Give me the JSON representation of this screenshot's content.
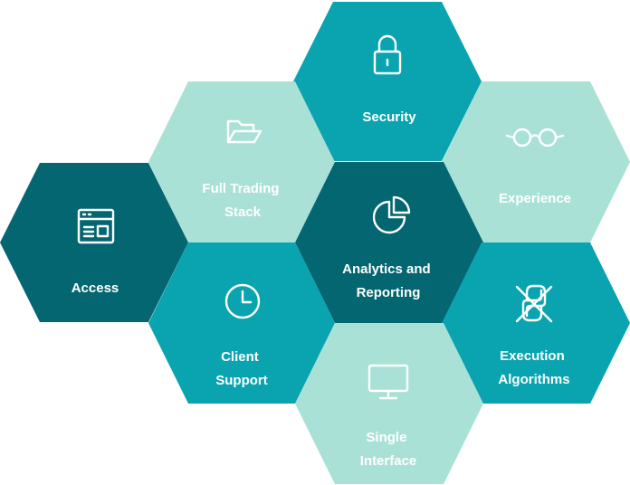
{
  "colors": {
    "dark": "#046670",
    "medium": "#0aa4b0",
    "light": "#a9e1d6",
    "text": "#ffffff"
  },
  "hexagons": [
    {
      "id": "security",
      "lines": [
        "Security"
      ],
      "icon": "lock-icon",
      "shade": "medium"
    },
    {
      "id": "full-trading-stack",
      "lines": [
        "Full Trading",
        "Stack"
      ],
      "icon": "folder-open-icon",
      "shade": "light"
    },
    {
      "id": "experience",
      "lines": [
        "Experience"
      ],
      "icon": "glasses-icon",
      "shade": "light"
    },
    {
      "id": "access",
      "lines": [
        "Access"
      ],
      "icon": "browser-window-icon",
      "shade": "dark"
    },
    {
      "id": "analytics",
      "lines": [
        "Analytics and",
        "Reporting"
      ],
      "icon": "pie-chart-icon",
      "shade": "dark"
    },
    {
      "id": "client-support",
      "lines": [
        "Client",
        "Support"
      ],
      "icon": "clock-icon",
      "shade": "medium"
    },
    {
      "id": "execution",
      "lines": [
        "Execution",
        "Algorithms"
      ],
      "icon": "python-logo-crossed-icon",
      "shade": "medium"
    },
    {
      "id": "single-interface",
      "lines": [
        "Single",
        "Interface"
      ],
      "icon": "monitor-icon",
      "shade": "light"
    }
  ]
}
